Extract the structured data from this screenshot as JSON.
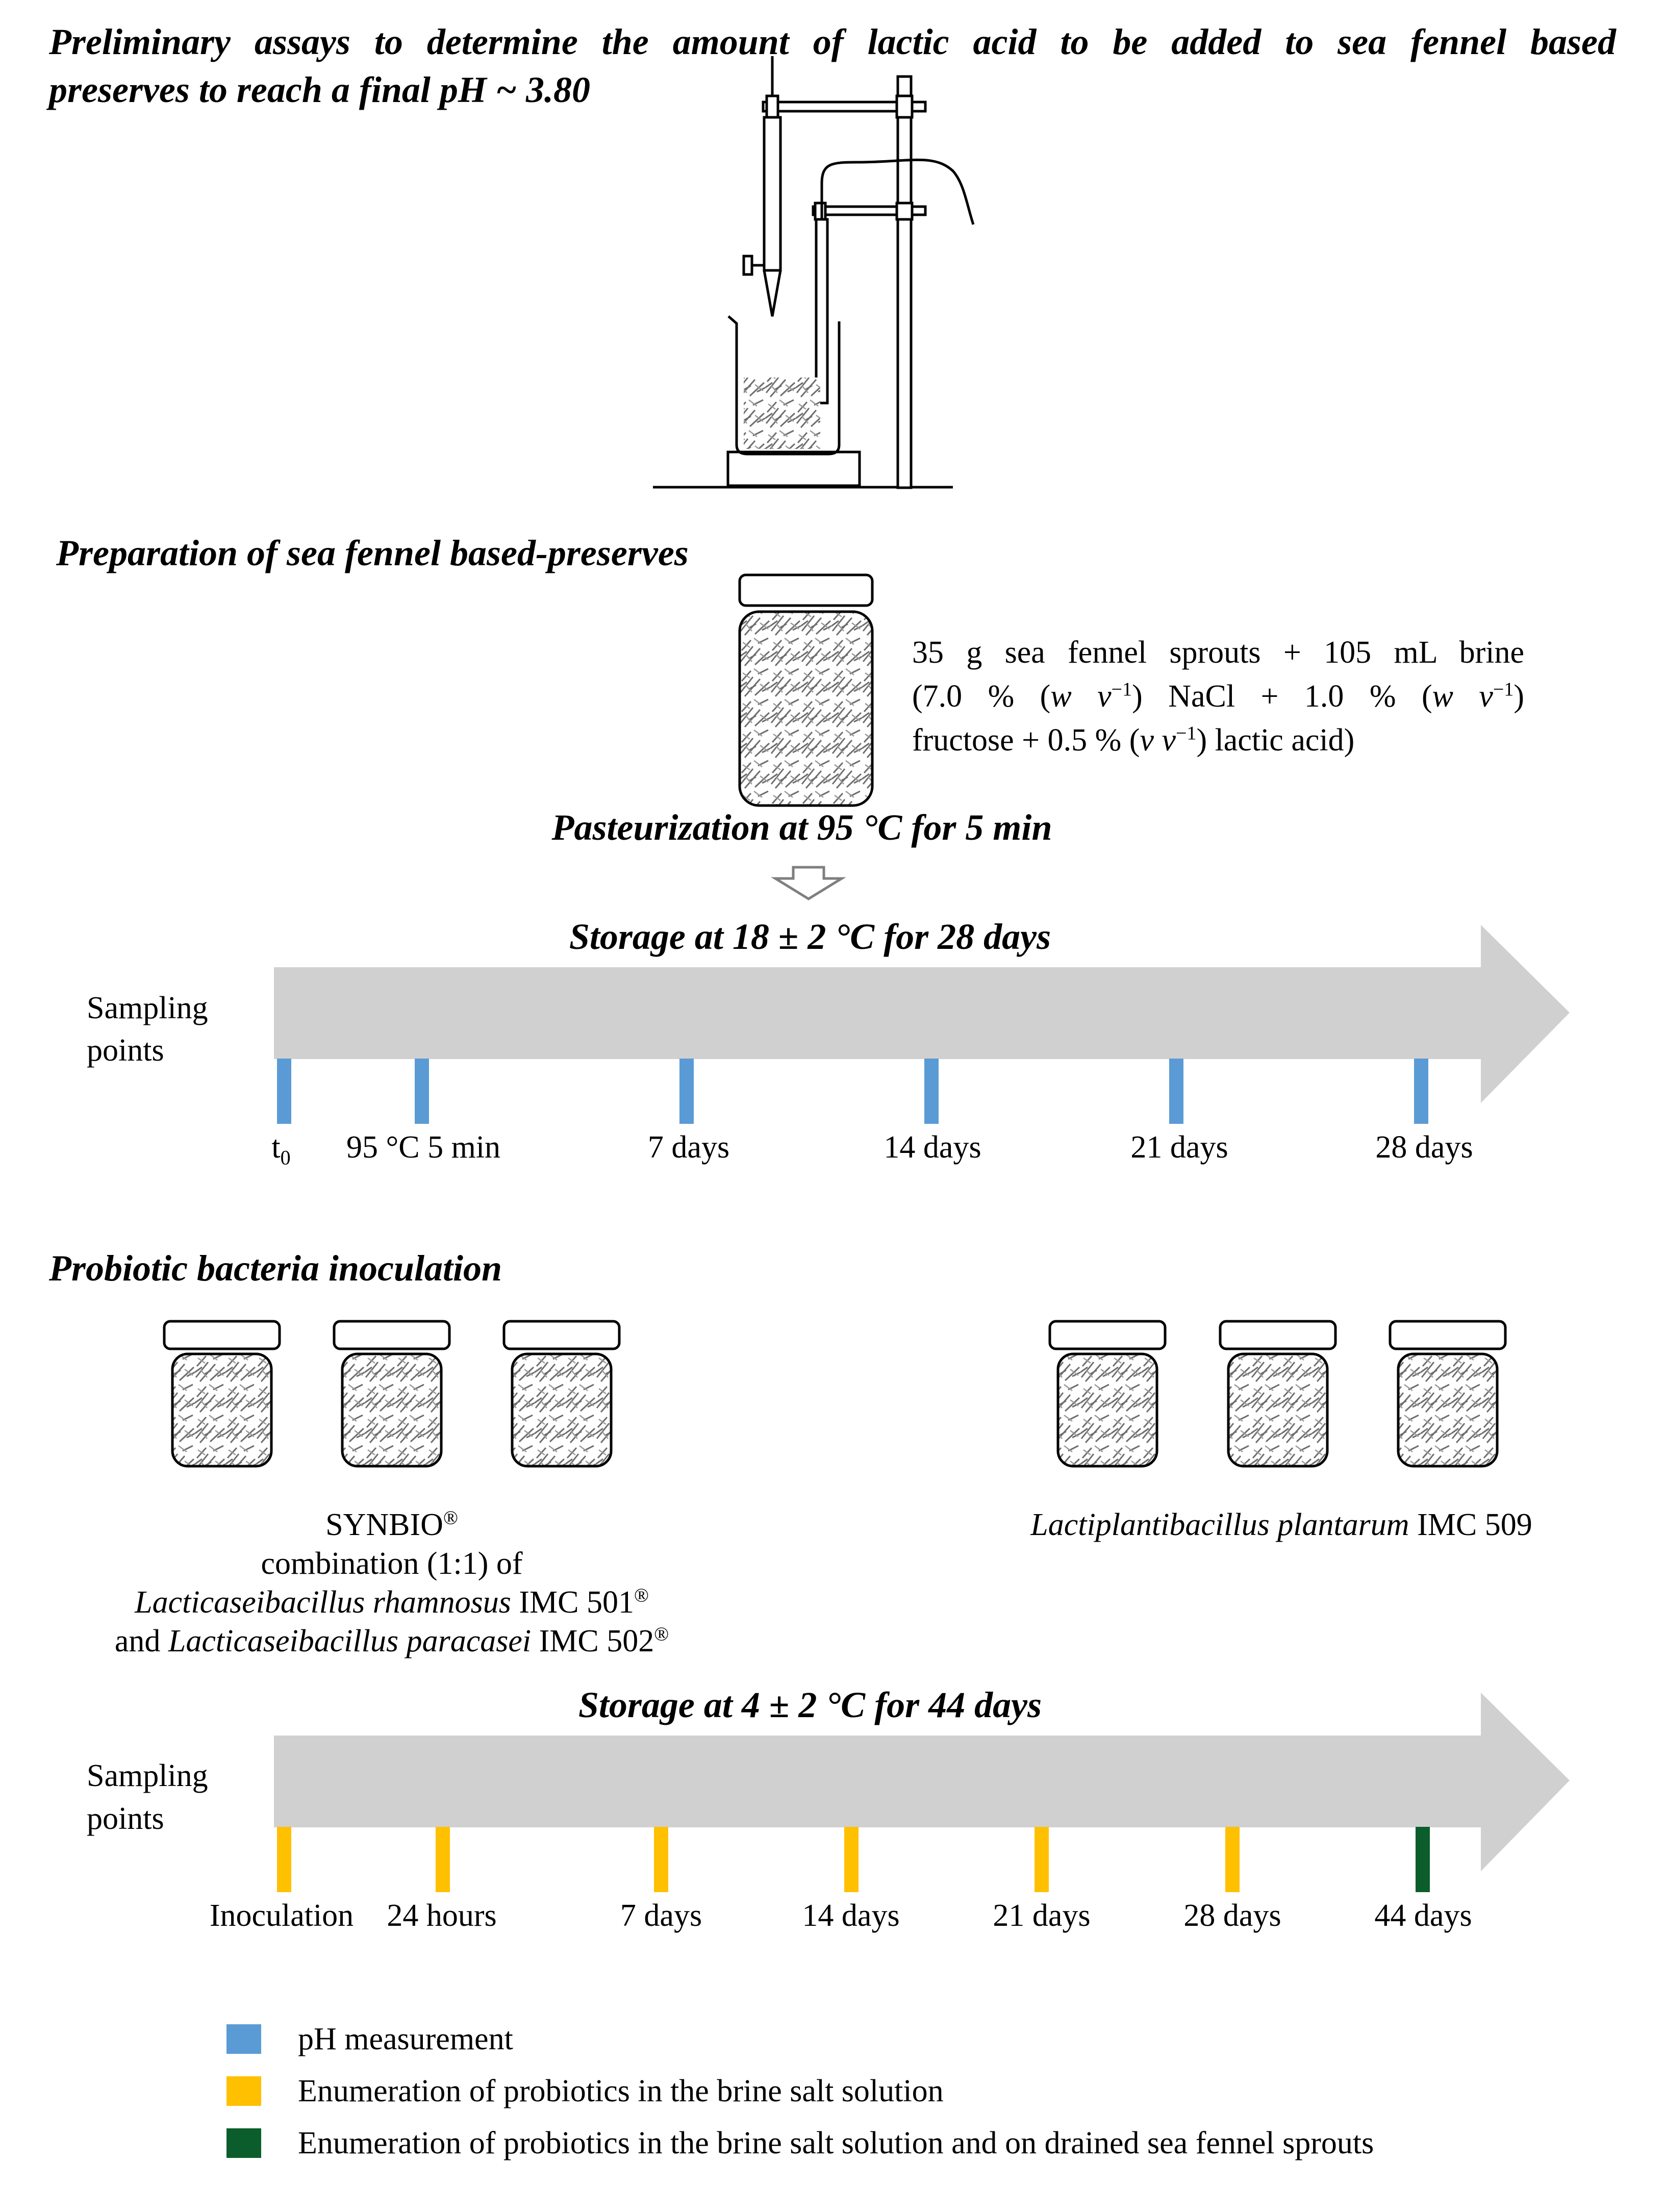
{
  "preliminary": {
    "heading_line1": "Preliminary assays to determine the amount of lactic acid to be added to sea fennel based",
    "heading_line2": "preserves to reach a final pH ~ 3.80"
  },
  "preparation": {
    "heading": "Preparation of sea fennel based-preserves",
    "recipe_line1": "35 g sea fennel sprouts + 105 mL brine",
    "recipe_line2_a": "(7.0 % (",
    "recipe_line2_w1": "w v",
    "recipe_line2_exp1": "−1",
    "recipe_line2_b": ") NaCl + 1.0 % (",
    "recipe_line2_w2": "w v",
    "recipe_line2_exp2": "−1",
    "recipe_line2_c": ")",
    "recipe_line3_a": "fructose + 0.5 % (",
    "recipe_line3_v": "v v",
    "recipe_line3_exp": "−1",
    "recipe_line3_b": ") lactic acid)"
  },
  "pasteurization": {
    "heading": "Pasteurization at 95 °C for 5 min"
  },
  "storage1": {
    "heading": "Storage at 18 ± 2 °C for 28 days",
    "sampling_line1": "Sampling",
    "sampling_line2": "points",
    "t0_main": "t",
    "t0_sub": "0",
    "ticks": [
      "95 °C 5 min",
      "7 days",
      "14 days",
      "21 days",
      "28 days"
    ]
  },
  "inoculation": {
    "heading": "Probiotic bacteria inoculation",
    "synbio_name": "SYNBIO",
    "synbio_reg": "®",
    "synbio_line2": "combination (1:1) of",
    "synbio_line3_species": "Lacticaseibacillus rhamnosus",
    "synbio_line3_strain": " IMC 501",
    "synbio_line3_reg": "®",
    "synbio_line4_and": "and ",
    "synbio_line4_species": "Lacticaseibacillus paracasei",
    "synbio_line4_strain": " IMC 502",
    "synbio_line4_reg": "®",
    "plantarum_species": "Lactiplantibacillus plantarum",
    "plantarum_strain": " IMC 509"
  },
  "storage2": {
    "heading": "Storage at 4 ± 2 °C for 44 days",
    "sampling_line1": "Sampling",
    "sampling_line2": "points",
    "ticks": [
      "Inoculation",
      "24 hours",
      "7 days",
      "14 days",
      "21 days",
      "28 days",
      "44 days"
    ]
  },
  "legend": {
    "items": [
      {
        "label": "pH measurement",
        "color": "#5b9bd5"
      },
      {
        "label": "Enumeration of probiotics in the brine salt solution",
        "color": "#ffc000"
      },
      {
        "label": "Enumeration of probiotics in the brine salt solution and on drained sea fennel sprouts",
        "color": "#0b5e2b"
      }
    ]
  },
  "colors": {
    "arrow": "#d0d0d0",
    "ph_marker": "#5b9bd5",
    "probiotic_marker": "#ffc000",
    "full_enumeration_marker": "#0b5e2b"
  }
}
